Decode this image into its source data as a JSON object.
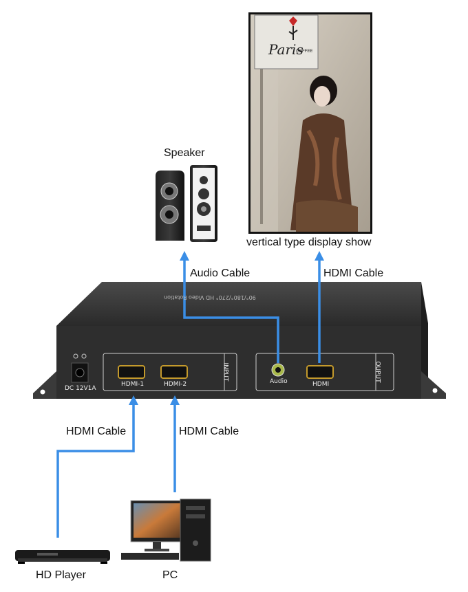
{
  "labels": {
    "speaker": "Speaker",
    "display": "vertical type display show",
    "audio_cable": "Audio Cable",
    "hdmi_cable_out": "HDMI Cable",
    "hdmi_cable_in1": "HDMI Cable",
    "hdmi_cable_in2": "HDMI Cable",
    "hd_player": "HD Player",
    "pc": "PC"
  },
  "device": {
    "top_text": "90°/180°/270° HD Video Rotation",
    "power_label": "DC 12V1A",
    "input_group": "INPUT",
    "output_group": "OUPUT",
    "ports": {
      "hdmi1": "HDMI-1",
      "hdmi2": "HDMI-2",
      "audio": "Audio",
      "hdmi_out": "HDMI"
    }
  },
  "poster": {
    "sign_main": "Paris",
    "sign_sub": "COFFEE"
  },
  "colors": {
    "cable": "#3a8ee6",
    "device_body": "#2e2e2e",
    "panel": "#1c1c1c"
  }
}
